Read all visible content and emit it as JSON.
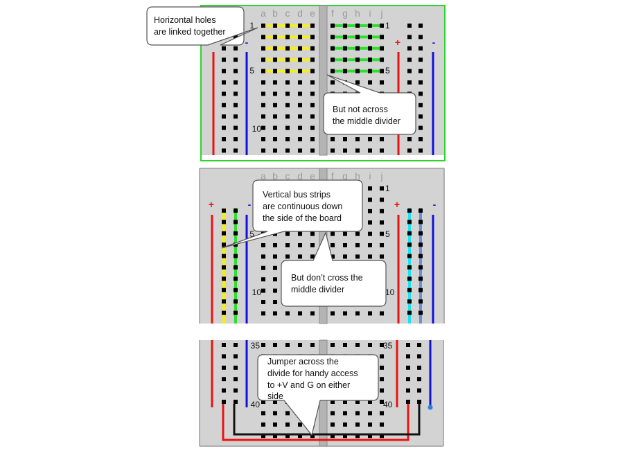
{
  "colors": {
    "board": "#d3d3d3",
    "board_edge": "#9c9c9c",
    "hole": "#000000",
    "divider": "#b4b4b4",
    "red": "#ee1111",
    "blue": "#1010dd",
    "yellow": "#f5ee1a",
    "green": "#2ee02e",
    "cyan": "#22e0ee",
    "steel_blue": "#6a8fd6",
    "black_wire": "#111111",
    "highlight_border": "#2fd32f",
    "callout_fill": "#ffffff",
    "callout_border": "#555555"
  },
  "column_letters": [
    "a",
    "b",
    "c",
    "d",
    "e",
    "f",
    "g",
    "h",
    "i",
    "j"
  ],
  "rail_labels": {
    "plus": "+",
    "minus": "-"
  },
  "panel1": {
    "row_numbers": [
      "1",
      "5",
      "10"
    ],
    "callouts": {
      "top": [
        "Horizontal holes",
        "are linked together"
      ],
      "bottom": [
        "But not across",
        "the middle divider"
      ]
    }
  },
  "panel2": {
    "row_numbers": [
      "1",
      "5",
      "10"
    ],
    "callouts": {
      "top": [
        "Vertical bus strips",
        "are continuous down",
        "the side of the board"
      ],
      "bottom": [
        "But don’t cross the",
        "middle divider"
      ]
    }
  },
  "panel3": {
    "row_numbers": [
      "35",
      "40"
    ],
    "callouts": {
      "main": [
        "Jumper across the",
        "divide for handy access",
        "to +V and G on either",
        "side"
      ]
    }
  }
}
